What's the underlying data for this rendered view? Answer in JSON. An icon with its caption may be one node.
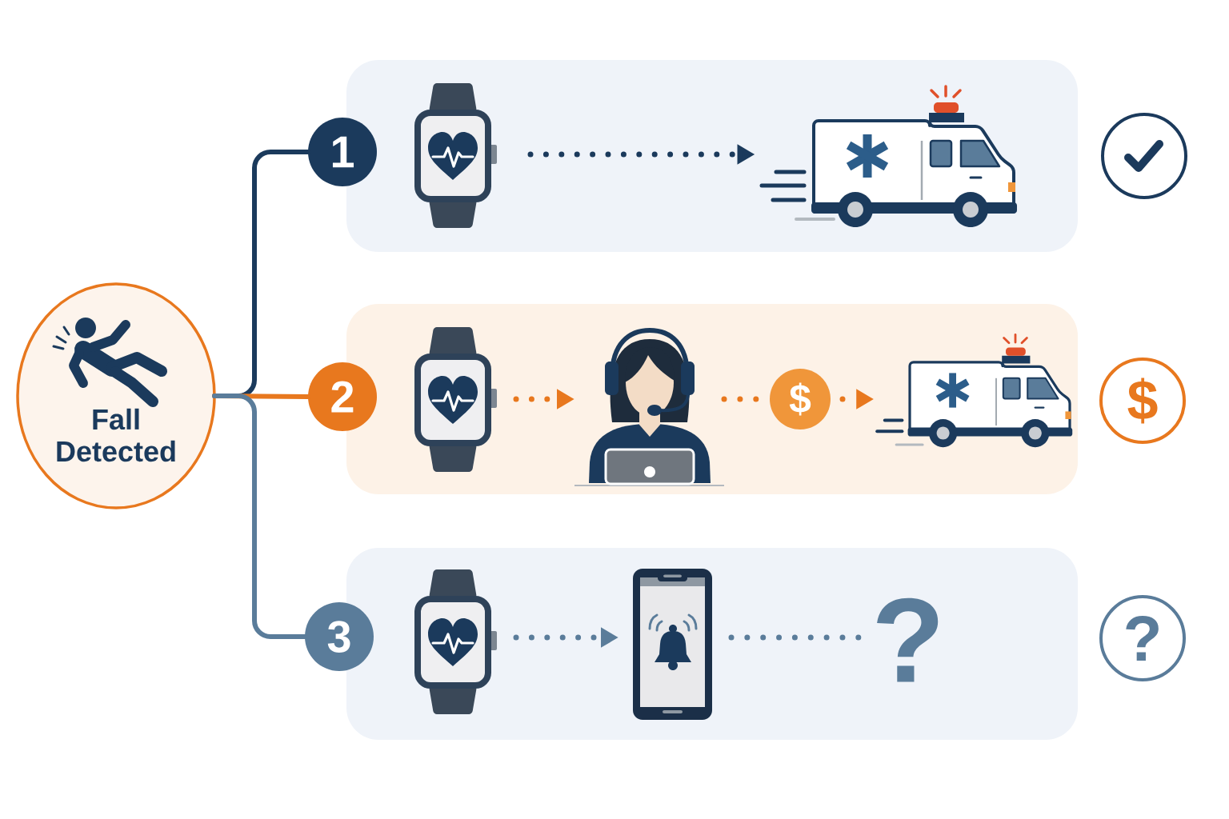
{
  "diagram": {
    "nodes": [
      {
        "text": [
          "Fall Detected"
        ]
      },
      {
        "text": [
          "1"
        ]
      },
      {
        "text": [],
        "shape": "box"
      },
      {
        "text": [],
        "shape": "picture",
        "in": 2
      },
      {
        "text": [],
        "shape": "picture",
        "in": 2
      },
      {
        "text": [],
        "shape": "circle"
      },
      {
        "text": [
          "2"
        ]
      },
      {
        "text": [],
        "shape": "box"
      },
      {
        "text": [],
        "shape": "picture",
        "in": 7
      },
      {
        "text": [],
        "shape": "person",
        "in": 7
      },
      {
        "text": [
          "$"
        ],
        "in": 7
      },
      {
        "text": [],
        "shape": "picture",
        "in": 7
      },
      {
        "text": [
          "$"
        ]
      },
      {
        "text": [
          "3"
        ]
      },
      {
        "text": [],
        "shape": "box"
      },
      {
        "text": [],
        "shape": "picture",
        "in": 14
      },
      {
        "text": [],
        "shape": "picture",
        "in": 14
      },
      {
        "text": [
          "?"
        ],
        "in": 14
      },
      {
        "text": [
          "?"
        ]
      }
    ],
    "edges": [
      {
        "from": 0,
        "to": 1,
        "arrow": "none",
        "color": "#1b3a5c"
      },
      {
        "from": 0,
        "to": 6,
        "arrow": "none",
        "color": "#e8781e"
      },
      {
        "from": 0,
        "to": 13,
        "arrow": "none",
        "color": "#5a7c9a"
      },
      {
        "from": 3,
        "to": 4,
        "arrow": "to",
        "style": "dashed",
        "color": "#1b3a5c"
      },
      {
        "from": 8,
        "to": 9,
        "arrow": "to",
        "style": "dashed",
        "color": "#e8781e"
      },
      {
        "from": 9,
        "to": 10,
        "arrow": "none",
        "style": "dashed",
        "color": "#e8781e"
      },
      {
        "from": 10,
        "to": 11,
        "arrow": "to",
        "style": "dashed",
        "color": "#e8781e"
      },
      {
        "from": 15,
        "to": 16,
        "arrow": "to",
        "style": "dashed",
        "color": "#5a7c9a"
      },
      {
        "from": 16,
        "to": 17,
        "arrow": "none",
        "style": "dashed",
        "color": "#5a7c9a"
      }
    ]
  }
}
